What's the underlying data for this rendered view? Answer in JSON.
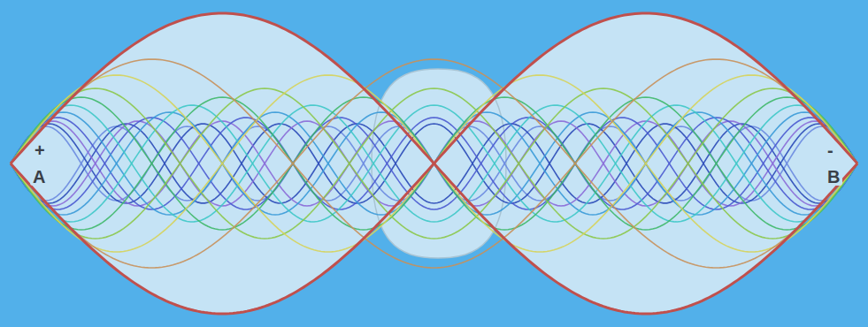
{
  "diagram": {
    "labels": [
      "+",
      "A",
      "-",
      "B"
    ]
  }
}
